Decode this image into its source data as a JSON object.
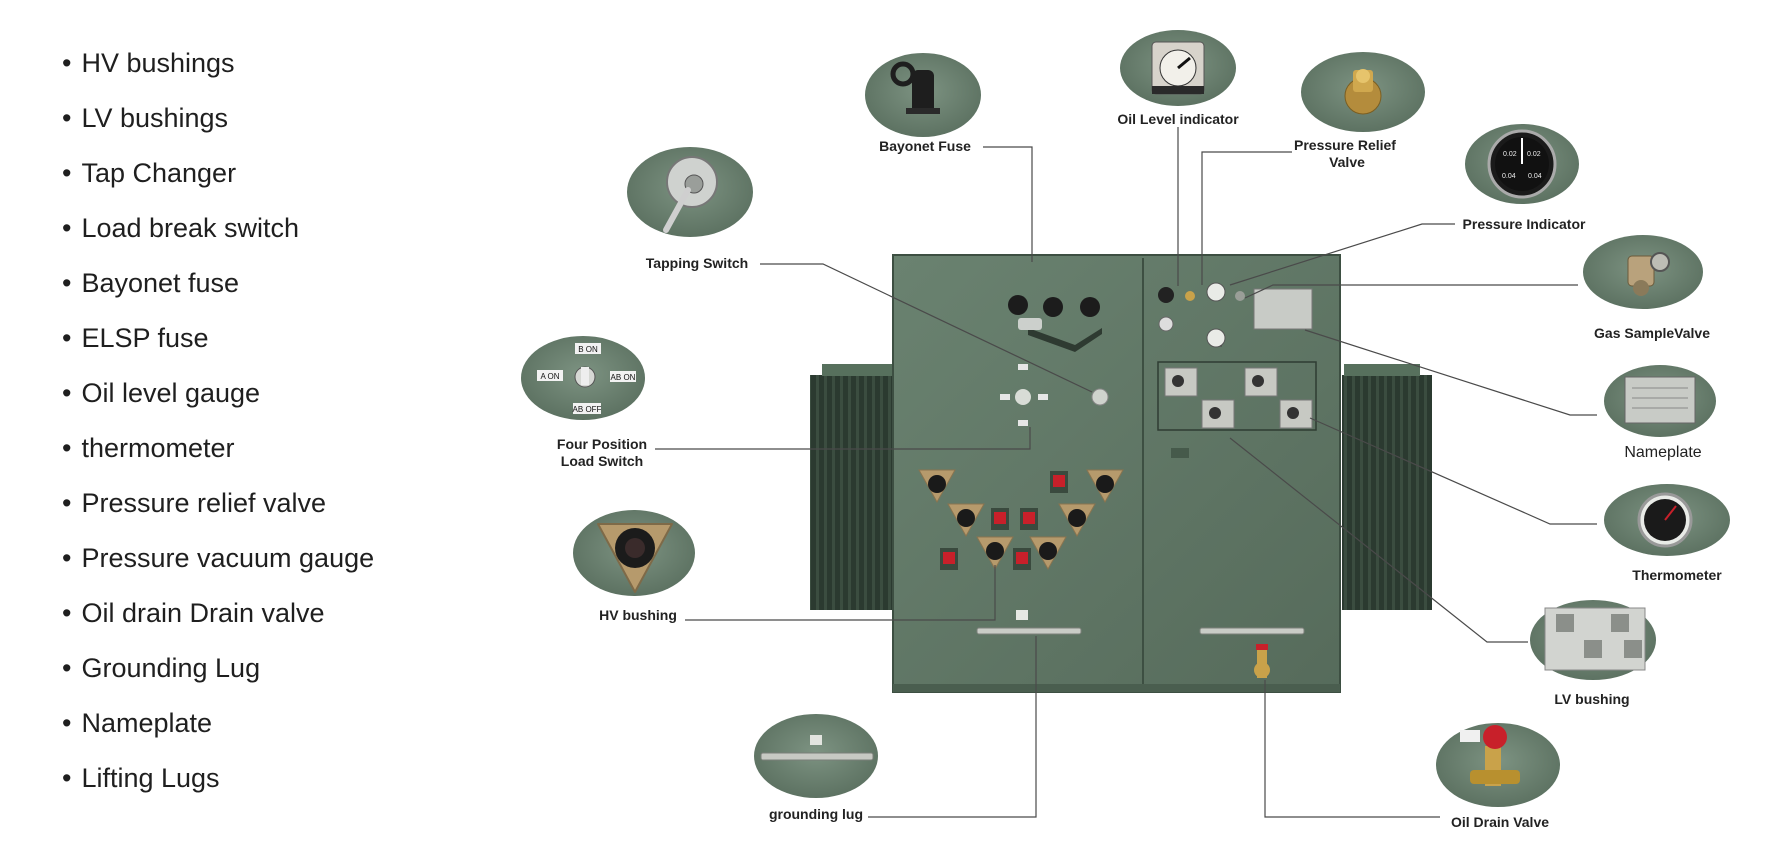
{
  "features": [
    "HV bushings",
    "LV bushings",
    "Tap Changer",
    "Load break switch",
    "Bayonet fuse",
    "ELSP fuse",
    "Oil level gauge",
    "thermometer",
    "Pressure relief valve",
    "Pressure vacuum gauge",
    "Oil drain Drain valve",
    "Grounding Lug",
    "Nameplate",
    "Lifting Lugs"
  ],
  "callouts": {
    "bayonet_fuse": "Bayonet Fuse",
    "oil_level_indicator": "Oil Level indicator",
    "pressure_relief_valve_1": "Pressure Relief",
    "pressure_relief_valve_2": "Valve",
    "pressure_indicator": "Pressure Indicator",
    "tapping_switch": "Tapping Switch",
    "gas_sample_valve": "Gas SampleValve",
    "four_position_1": "Four Position",
    "four_position_2": "Load Switch",
    "nameplate": "Nameplate",
    "thermometer": "Thermometer",
    "hv_bushing": "HV bushing",
    "lv_bushing": "LV bushing",
    "grounding_lug": "grounding lug",
    "oil_drain_valve": "Oil Drain Valve"
  },
  "switch_positions": [
    "B ON",
    "A ON",
    "AB ON",
    "AB OFF"
  ],
  "gauge_text": [
    "0.02",
    "0.02",
    "0.04",
    "0.04"
  ],
  "colors": {
    "tank_green": "#5f7663",
    "tank_dark": "#45594a",
    "radiator": "#2f3f34",
    "inset_green": "#6f8574",
    "bushing_tan": "#b69a6c",
    "fuse_red": "#c8202a",
    "brass": "#c9a24a"
  }
}
